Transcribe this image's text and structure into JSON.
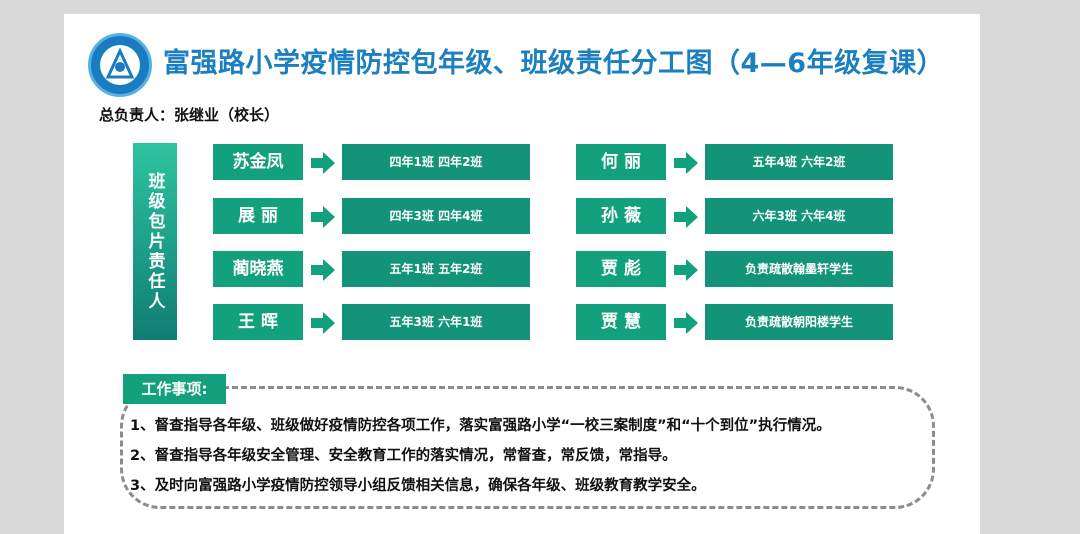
{
  "title": "富强路小学疫情防控包年级、班级责任分工图（4—6年级复课）",
  "leader": "总负责人：张继业（校长）",
  "vertical_label": "班级包片责任人",
  "colors": {
    "title": "#1c7fbf",
    "accent": "#13a07c",
    "duty_bg": "#139478"
  },
  "assignments_left": [
    {
      "name": "苏金凤",
      "duty": "四年1班  四年2班"
    },
    {
      "name": "展  丽",
      "duty": "四年3班  四年4班"
    },
    {
      "name": "蔺晓燕",
      "duty": "五年1班  五年2班"
    },
    {
      "name": "王  晖",
      "duty": "五年3班  六年1班"
    }
  ],
  "assignments_right": [
    {
      "name": "何  丽",
      "duty": "五年4班  六年2班"
    },
    {
      "name": "孙  薇",
      "duty": "六年3班  六年4班"
    },
    {
      "name": "贾  彪",
      "duty": "负责疏散翰墨轩学生"
    },
    {
      "name": "贾  慧",
      "duty": "负责疏散朝阳楼学生"
    }
  ],
  "work": {
    "title": "工作事项:",
    "items": [
      "1、督查指导各年级、班级做好疫情防控各项工作，落实富强路小学“一校三案制度”和“十个到位”执行情况。",
      "2、督查指导各年级安全管理、安全教育工作的落实情况，常督查，常反馈，常指导。",
      "3、及时向富强路小学疫情防控领导小组反馈相关信息，确保各年级、班级教育教学安全。"
    ]
  }
}
